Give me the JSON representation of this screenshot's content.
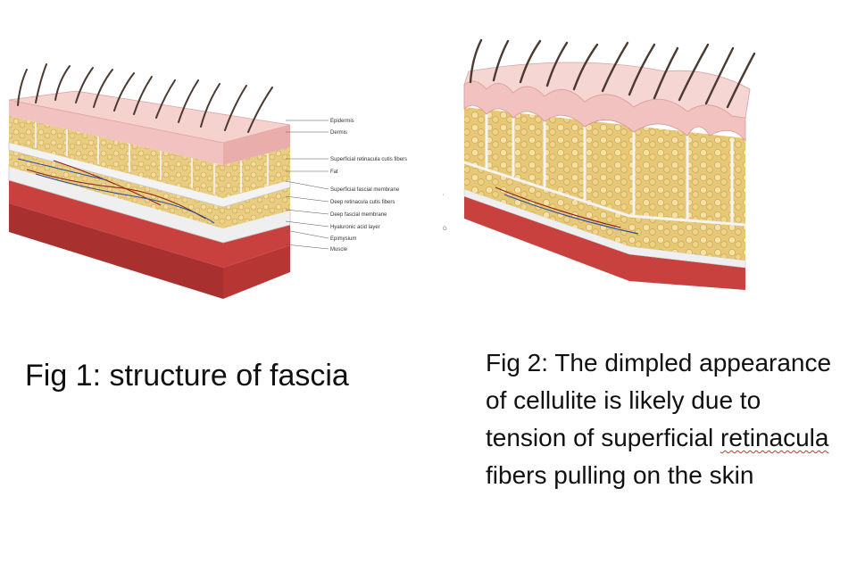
{
  "fig1": {
    "caption": "Fig 1: structure of fascia",
    "labels": [
      "Epidermis",
      "Dermis",
      "Superficial retinacula cutis fibers",
      "Fat",
      "Superficial fascial membrane",
      "Deep retinacula cutis fibers",
      "Deep fascial membrane",
      "Hyaluronic acid layer",
      "Epimysium",
      "Muscle"
    ]
  },
  "fig2": {
    "caption_lines": [
      "Fig 2: The dimpled appearance",
      "of cellulite is likely due to",
      "tension of superficial retinacula",
      "fibers pulling on the skin"
    ],
    "caption_line3_prefix": "tension of superficial ",
    "caption_line3_word": "retinacula"
  },
  "stray_marks": [
    "'",
    "G"
  ],
  "colors": {
    "skin": "#f1c2c0",
    "skin_dark": "#d98e8f",
    "fat": "#e2c576",
    "fat_dark": "#b89440",
    "muscle": "#c9413e",
    "fascia": "#eeeeee",
    "hair": "#4a3a30"
  }
}
